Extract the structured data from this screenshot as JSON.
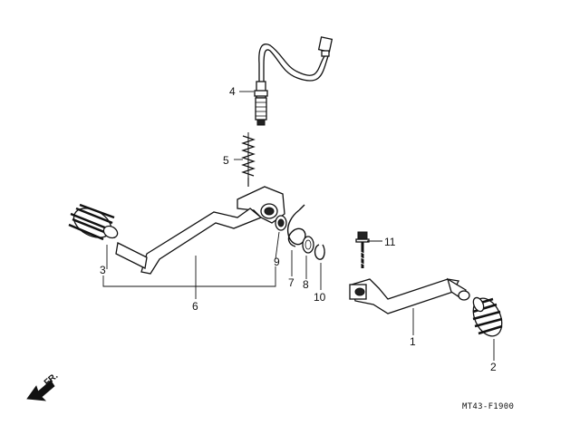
{
  "diagram": {
    "labels": {
      "p1": "1",
      "p2": "2",
      "p3": "3",
      "p4": "4",
      "p5": "5",
      "p6": "6",
      "p7": "7",
      "p8": "8",
      "p9": "9",
      "p10": "10",
      "p11": "11"
    },
    "front_marker": "FR.",
    "figure_code": "MT43-F1900"
  }
}
